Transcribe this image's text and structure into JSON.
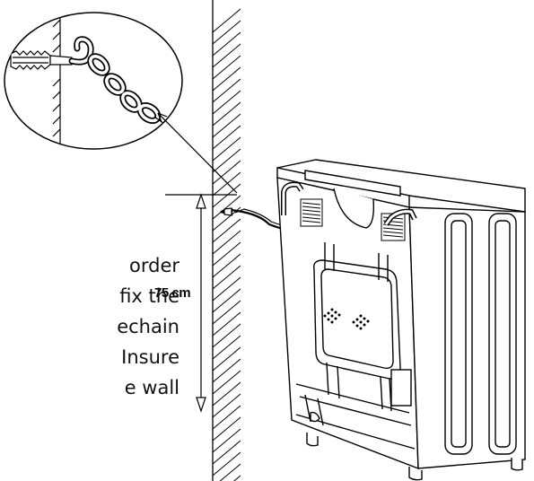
{
  "dimension": {
    "label": "75 cm"
  },
  "caption_lines": [
    "order",
    "fix the",
    "echain",
    "Insure",
    "e wall"
  ]
}
